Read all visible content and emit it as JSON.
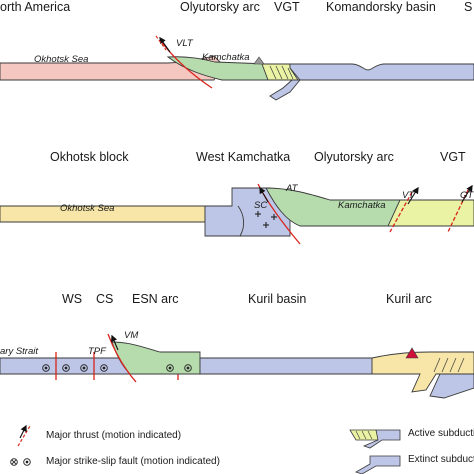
{
  "colors": {
    "north_america": "#f4c8c0",
    "okhotsk": "#f7e6a8",
    "kamchatka": "#b6dcae",
    "vgt": "#e9f3a3",
    "ocean": "#bdc6e6",
    "fault": "#d8241c",
    "volcano_grey": "#9a9a9a",
    "volcano_red": "#d0103a",
    "outline": "#3a3a3a"
  },
  "section_a": {
    "top_labels": {
      "north_america": "orth America",
      "olyutorsky": "Olyutorsky arc",
      "vgt": "VGT",
      "komandorsky": "Komandorsky basin",
      "edge": "S"
    },
    "sea_label": "Okhotsk Sea",
    "kamchatka_label": "Kamchatka",
    "fault_label": "VLT"
  },
  "section_b": {
    "top_labels": {
      "okhotsk_block": "Okhotsk block",
      "west_kamchatka": "West Kamchatka",
      "olyutorsky": "Olyutorsky arc",
      "vgt": "VGT"
    },
    "sea_label": "Okhotsk Sea",
    "kamchatka_label": "Kamchatka",
    "fault_at": "AT",
    "fault_sc": "SC",
    "fault_vt": "VT",
    "fault_gt": "GT"
  },
  "section_c": {
    "top_labels": {
      "ws": "WS",
      "cs": "CS",
      "esn_arc": "ESN arc",
      "kuril_basin": "Kuril basin",
      "kuril_arc": "Kuril arc"
    },
    "strait_label": "ary Strait",
    "fault_tpf": "TPF",
    "fault_vm": "VM"
  },
  "legend": {
    "major_thrust": "Major thrust (motion indicated)",
    "strike_slip": "Major strike-slip fault (motion indicated)",
    "active_subduction": "Active subduction",
    "extinct_subduction": "Extinct subduction"
  }
}
